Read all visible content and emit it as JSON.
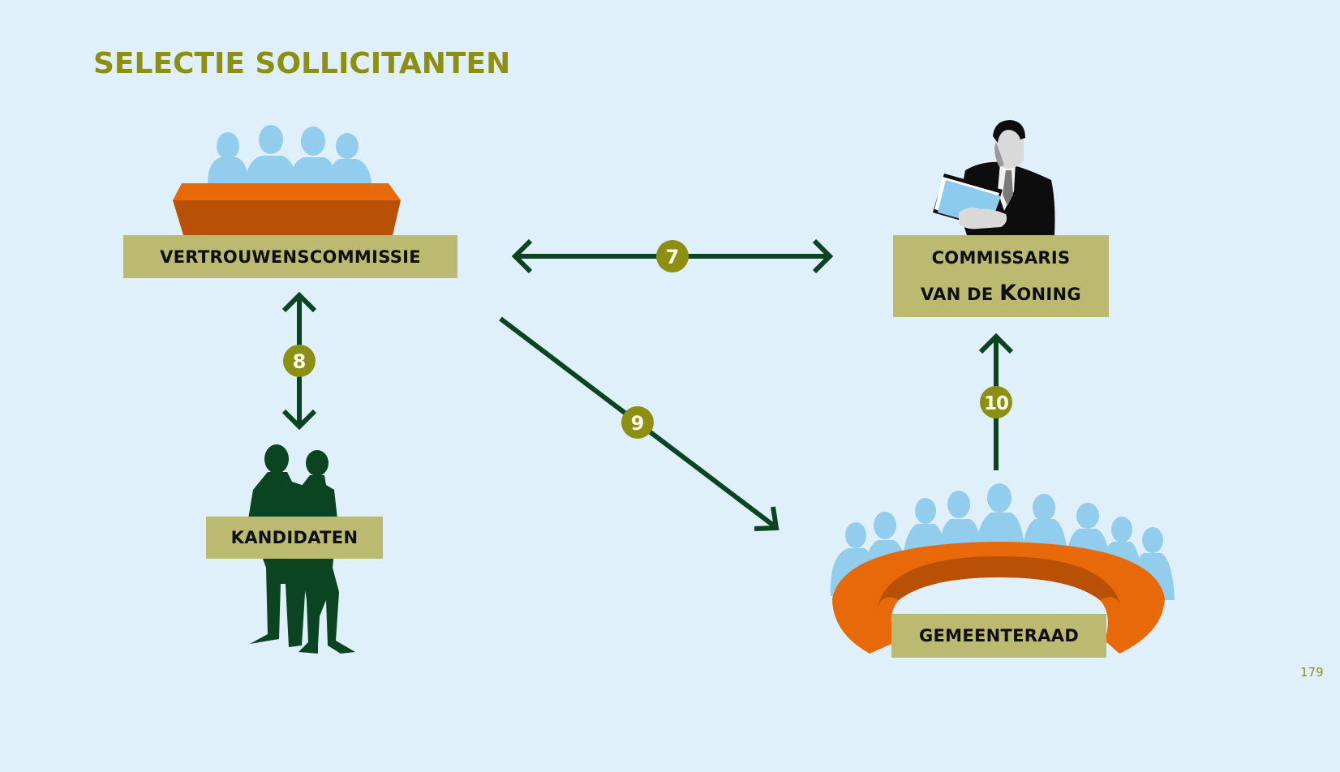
{
  "page": {
    "title": "SELECTIE SOLLICITANTEN",
    "page_number": "179"
  },
  "colors": {
    "background": "#dff0fa",
    "title": "#8c8f12",
    "arrow": "#0b4420",
    "badge": "#8c8f12",
    "badge_text": "#fffbe6",
    "label_box": "#bcba70",
    "label_text": "#0f0f0f",
    "orange_light": "#e8690a",
    "orange_dark": "#b85005",
    "people_silhouette": "#92cdee",
    "candidates_silhouette": "#0b4420"
  },
  "nodes": {
    "vertrouwenscommissie": {
      "label": "VERTROUWENSCOMMISSIE",
      "illustration": "committee-at-desk"
    },
    "commissaris": {
      "label_line1": "COMMISSARIS",
      "label_line2_prefix": "VAN DE ",
      "label_line2_initial": "K",
      "label_line2_rest": "ONING",
      "illustration": "man-reading-folder"
    },
    "kandidaten": {
      "label": "KANDIDATEN",
      "illustration": "two-candidates-silhouette"
    },
    "gemeenteraad": {
      "label": "GEMEENTERAAD",
      "illustration": "council-around-horseshoe-table"
    }
  },
  "edges": [
    {
      "step": "7",
      "from": "vertrouwenscommissie",
      "to": "commissaris",
      "direction": "both"
    },
    {
      "step": "8",
      "from": "vertrouwenscommissie",
      "to": "kandidaten",
      "direction": "both"
    },
    {
      "step": "9",
      "from": "vertrouwenscommissie",
      "to": "gemeenteraad",
      "direction": "forward"
    },
    {
      "step": "10",
      "from": "gemeenteraad",
      "to": "commissaris",
      "direction": "forward"
    }
  ]
}
